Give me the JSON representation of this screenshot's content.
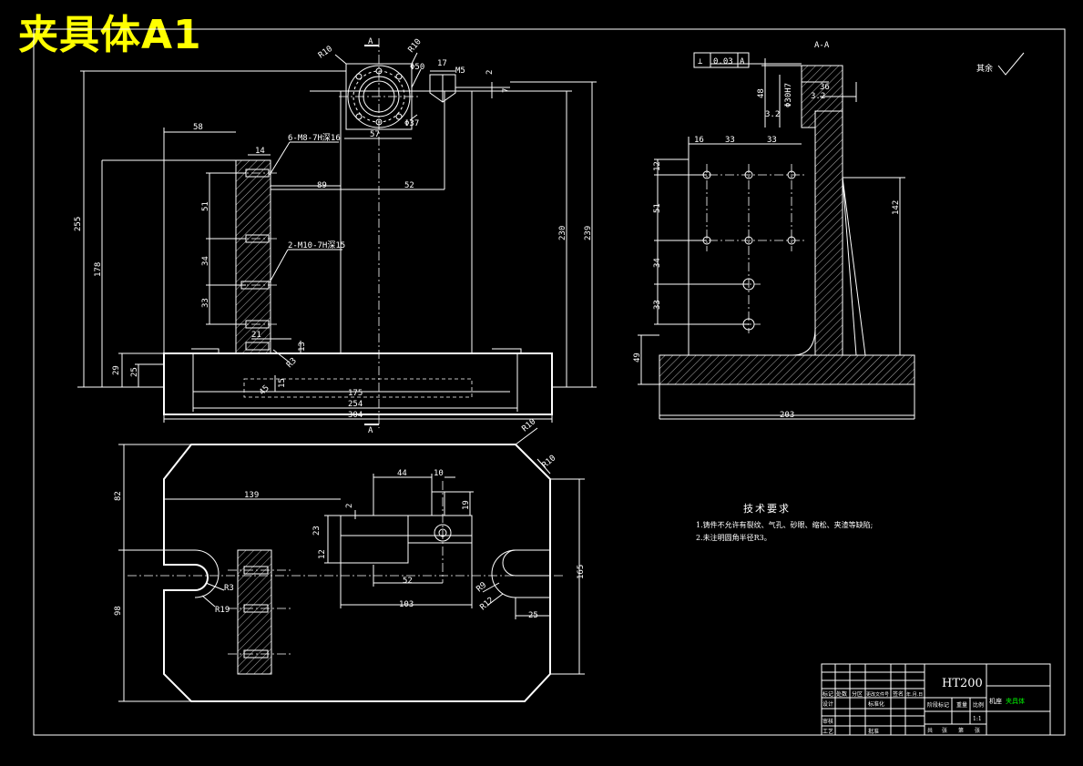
{
  "title": "夹具体A1",
  "colors": {
    "background": "#000000",
    "lines": "#ffffff",
    "title": "#ffff00",
    "accent_green": "#00ff00"
  },
  "views": {
    "front": {
      "section_mark_top": "A",
      "section_mark_bottom": "A",
      "radii": [
        "R10",
        "R10"
      ],
      "diameters": [
        "Φ50",
        "Φ37"
      ],
      "dims": {
        "d17": "17",
        "d2": "2",
        "d7": "7",
        "m5": "M5",
        "d57": "57",
        "d58": "58",
        "d14": "14",
        "d89": "89",
        "d52": "52",
        "d51": "51",
        "d34": "34",
        "d33": "33",
        "d255": "255",
        "d178": "178",
        "d230": "230",
        "d239": "239",
        "d29": "29",
        "d25": "25",
        "d21": "21",
        "d13": "13",
        "d15": "15",
        "r3": "R3",
        "d45": "45",
        "d175": "175",
        "d254": "254",
        "d304": "304"
      },
      "notes": {
        "holes_a": "6-M8-7H深16",
        "holes_b": "2-M10-7H深15"
      }
    },
    "section": {
      "label": "A-A",
      "tolerance": {
        "symbol": "⊥",
        "value": "0.03",
        "datum": "A"
      },
      "surface": "其余",
      "dims": {
        "d48": "48",
        "d3_2a": "3.2",
        "d3_2b": "3.2",
        "d36": "36",
        "d30h7": "Φ30H7",
        "d16": "16",
        "d33a": "33",
        "d33b": "33",
        "d12": "12",
        "d51": "51",
        "d34": "34",
        "d33": "33",
        "d49": "49",
        "d142": "142",
        "d203": "203"
      }
    },
    "top": {
      "radii": [
        "R10",
        "R10",
        "R3",
        "R19",
        "R9",
        "R12"
      ],
      "dims": {
        "d44": "44",
        "d10": "10",
        "d139": "139",
        "d2": "2",
        "d19": "19",
        "d23": "23",
        "d12": "12",
        "d52": "52",
        "d103": "103",
        "d82": "82",
        "d98": "98",
        "d165": "165",
        "d25": "25"
      }
    }
  },
  "tech_requirements": {
    "heading": "技术要求",
    "items": [
      "1.铸件不允许有裂纹、气孔、砂眼、缩松、夹渣等缺陷;",
      "2.未注明圆角半径R3。"
    ]
  },
  "title_block": {
    "material": "HT200",
    "row1": [
      "标记",
      "处数",
      "分区",
      "更改文件号",
      "签名",
      "年.月.日"
    ],
    "row2": [
      "设计",
      "",
      "",
      "标准化",
      "",
      ""
    ],
    "row3": [
      "审核",
      "",
      "",
      "",
      "",
      ""
    ],
    "row4": [
      "工艺",
      "",
      "",
      "批准",
      "",
      ""
    ],
    "stage_headers": [
      "阶段标记",
      "重量",
      "比例"
    ],
    "scale": "1:1",
    "sheet": [
      "共",
      "张",
      "第",
      "张"
    ],
    "drawing_name_label": "机座",
    "drawing_name_value": "夹具体"
  }
}
